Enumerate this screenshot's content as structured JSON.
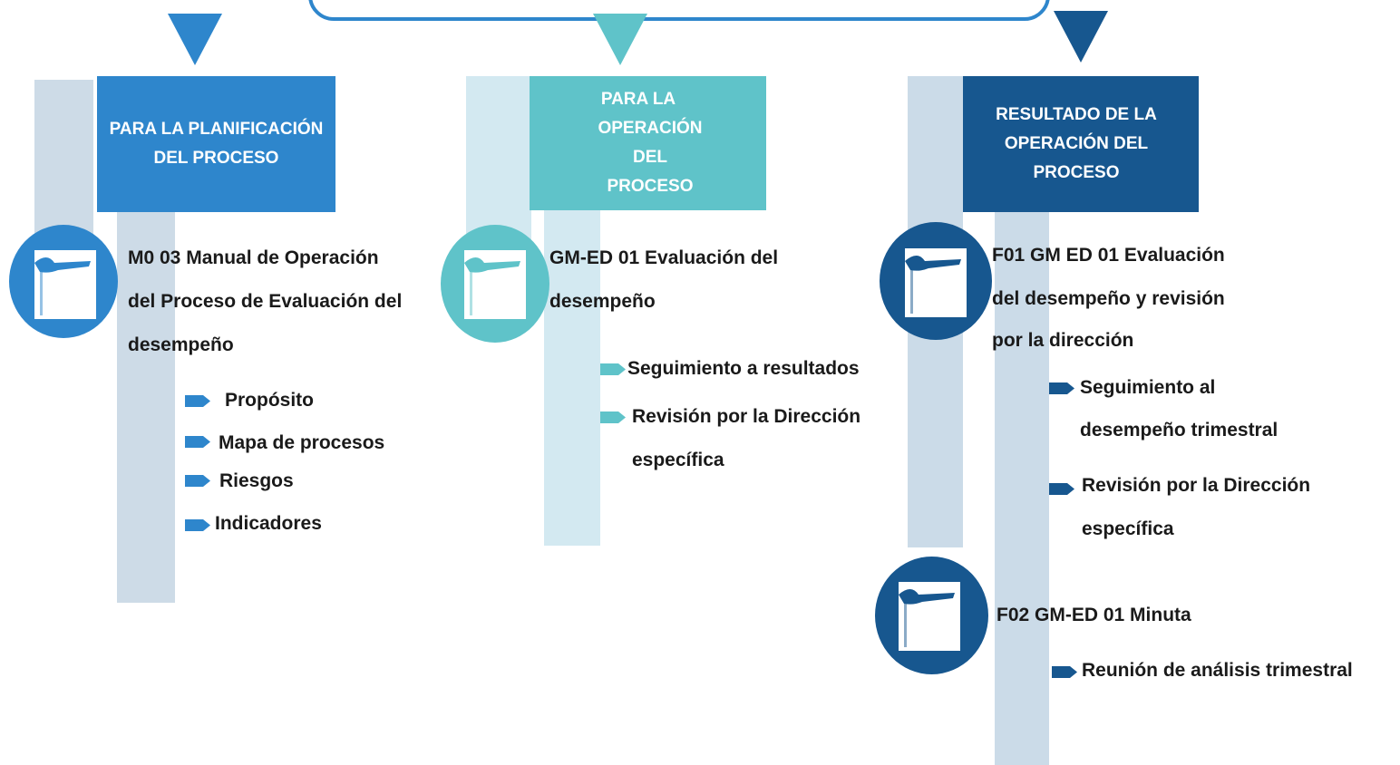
{
  "colors": {
    "col1": "#2e86cc",
    "col2": "#5fc3c9",
    "col3": "#17578f",
    "bar1": "#cddbe7",
    "bar2": "#d3e9f1",
    "bar3": "#cbdbe8"
  },
  "columns": [
    {
      "header": [
        "PARA LA PLANIFICACIÓN",
        "DEL PROCESO"
      ],
      "documents": [
        {
          "icon": "document-icon",
          "title": [
            "M0 03 Manual de Operación",
            "del Proceso de Evaluación del",
            "desempeño"
          ],
          "bullets": [
            "Propósito",
            "Mapa de procesos",
            "Riesgos",
            "Indicadores"
          ]
        }
      ]
    },
    {
      "header": [
        "PARA LA",
        "OPERACIÓN DEL",
        "PROCESO"
      ],
      "documents": [
        {
          "icon": "document-icon",
          "title": [
            "GM-ED 01 Evaluación del",
            "desempeño"
          ],
          "bullets": [
            "Seguimiento a resultados",
            "Revisión por la Dirección",
            "específica"
          ]
        }
      ]
    },
    {
      "header": [
        "RESULTADO DE LA",
        "OPERACIÓN DEL",
        "PROCESO"
      ],
      "documents": [
        {
          "icon": "document-icon",
          "title": [
            "F01 GM ED 01 Evaluación",
            "del desempeño  y revisión",
            "por la dirección"
          ],
          "bullets": [
            "Seguimiento al",
            "desempeño trimestral",
            "Revisión por la Dirección",
            "específica"
          ]
        },
        {
          "icon": "document-icon",
          "title": [
            "F02 GM-ED 01 Minuta"
          ],
          "bullets": [
            "Reunión de análisis trimestral"
          ]
        }
      ]
    }
  ]
}
